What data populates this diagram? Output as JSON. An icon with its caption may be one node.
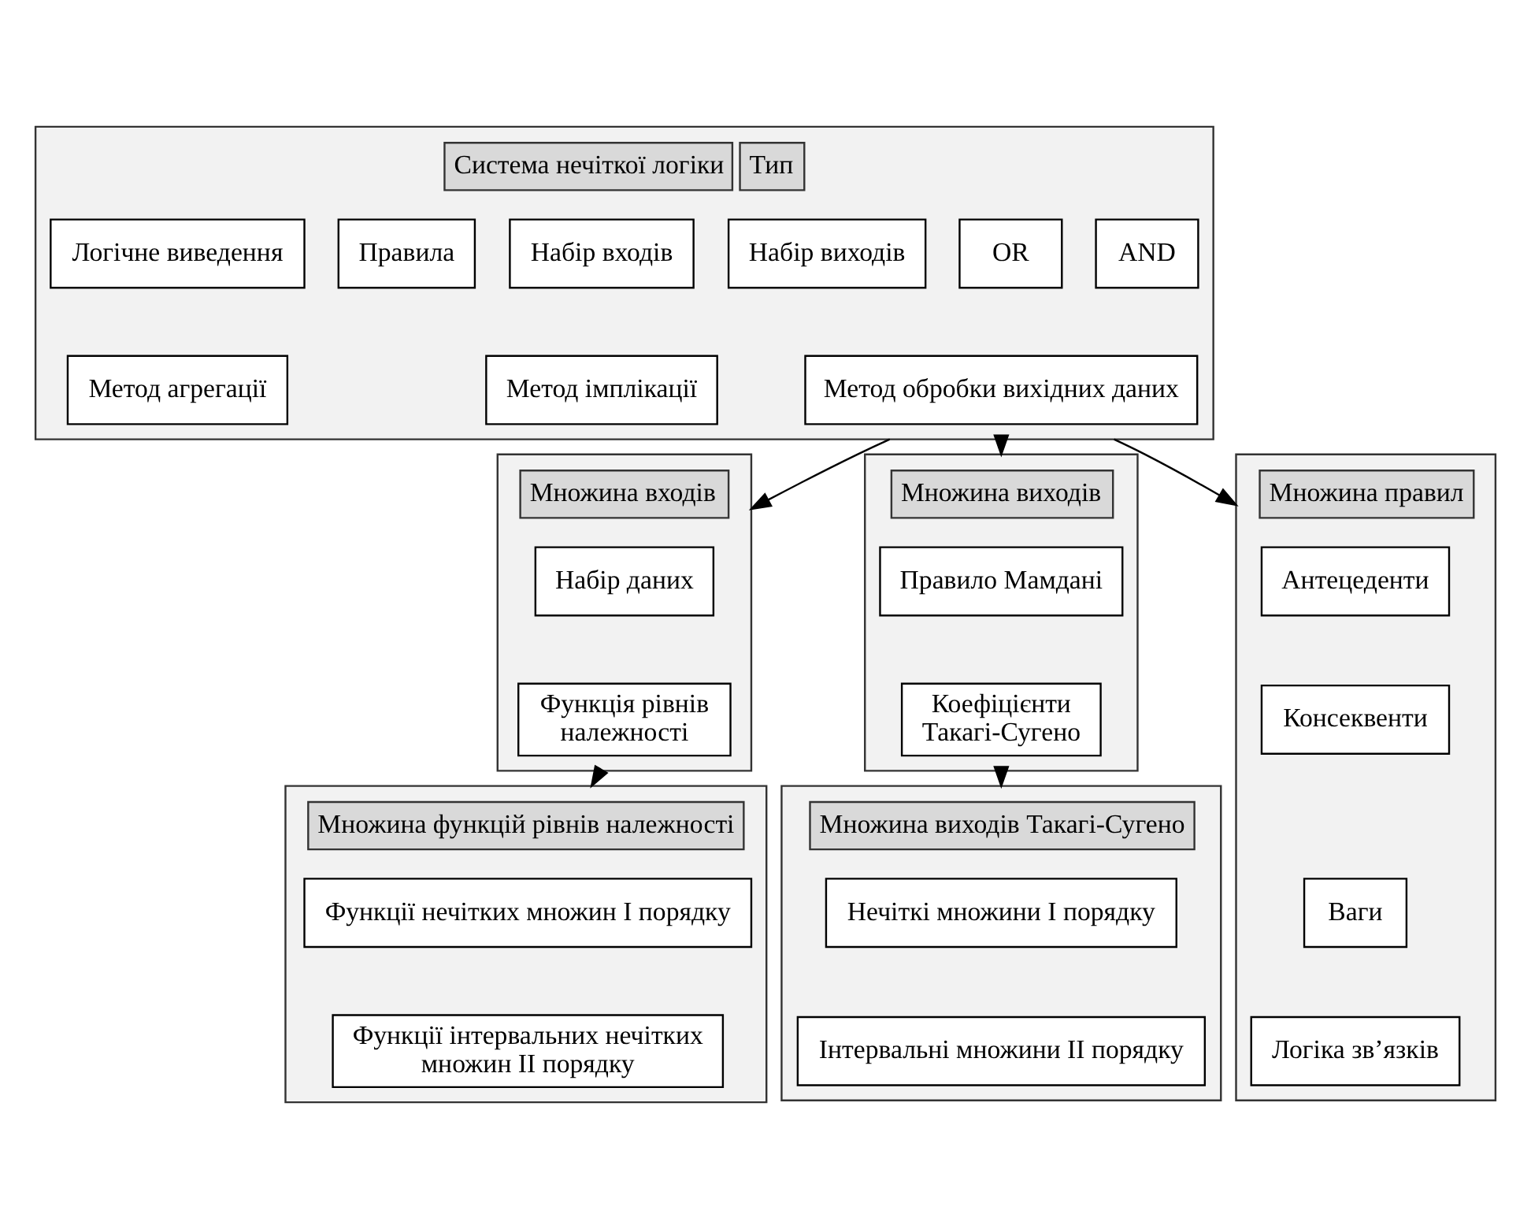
{
  "diagram": {
    "nodes": [
      {
        "text": [
          "Система нечіткої логіки",
          "Тип"
        ]
      },
      {
        "text": [
          "Логічне виведення"
        ],
        "in": 0
      },
      {
        "text": [
          "Правила"
        ],
        "in": 0
      },
      {
        "text": [
          "Набір входів"
        ],
        "in": 0
      },
      {
        "text": [
          "Набір виходів"
        ],
        "in": 0
      },
      {
        "text": [
          "OR"
        ],
        "in": 0
      },
      {
        "text": [
          "AND"
        ],
        "in": 0
      },
      {
        "text": [
          "Метод агрегації"
        ],
        "in": 0
      },
      {
        "text": [
          "Метод імплікації"
        ],
        "in": 0
      },
      {
        "text": [
          "Метод обробки вихідних даних"
        ],
        "in": 0
      },
      {
        "text": [
          "Множина входів"
        ]
      },
      {
        "text": [
          "Набір даних"
        ],
        "in": 10
      },
      {
        "text": [
          "Функція рівнів належності"
        ],
        "in": 10
      },
      {
        "text": [
          "Множина виходів"
        ]
      },
      {
        "text": [
          "Правило Мамдані"
        ],
        "in": 13
      },
      {
        "text": [
          "Коефіцієнти Такагі-Сугено"
        ],
        "in": 13
      },
      {
        "text": [
          "Множина правил"
        ]
      },
      {
        "text": [
          "Антецеденти"
        ],
        "in": 16
      },
      {
        "text": [
          "Консеквенти"
        ],
        "in": 16
      },
      {
        "text": [
          "Ваги"
        ],
        "in": 16
      },
      {
        "text": [
          "Логіка зв’язків"
        ],
        "in": 16
      },
      {
        "text": [
          "Множина функцій рівнів належності"
        ]
      },
      {
        "text": [
          "Функції нечітких множин I порядку"
        ],
        "in": 21
      },
      {
        "text": [
          "Функції інтервальних нечітких множин II порядку"
        ],
        "in": 21
      },
      {
        "text": [
          "Множина виходів Такагі-Сугено"
        ]
      },
      {
        "text": [
          "Нечіткі множини I порядку"
        ],
        "in": 24
      },
      {
        "text": [
          "Інтервальні множини II порядку"
        ],
        "in": 24
      }
    ],
    "edges": [
      {
        "from": 0,
        "to": 10,
        "arrow": "to"
      },
      {
        "from": 0,
        "to": 13,
        "arrow": "to"
      },
      {
        "from": 0,
        "to": 16,
        "arrow": "to"
      },
      {
        "from": 10,
        "to": 21,
        "arrow": "to"
      },
      {
        "from": 13,
        "to": 24,
        "arrow": "to"
      }
    ]
  }
}
